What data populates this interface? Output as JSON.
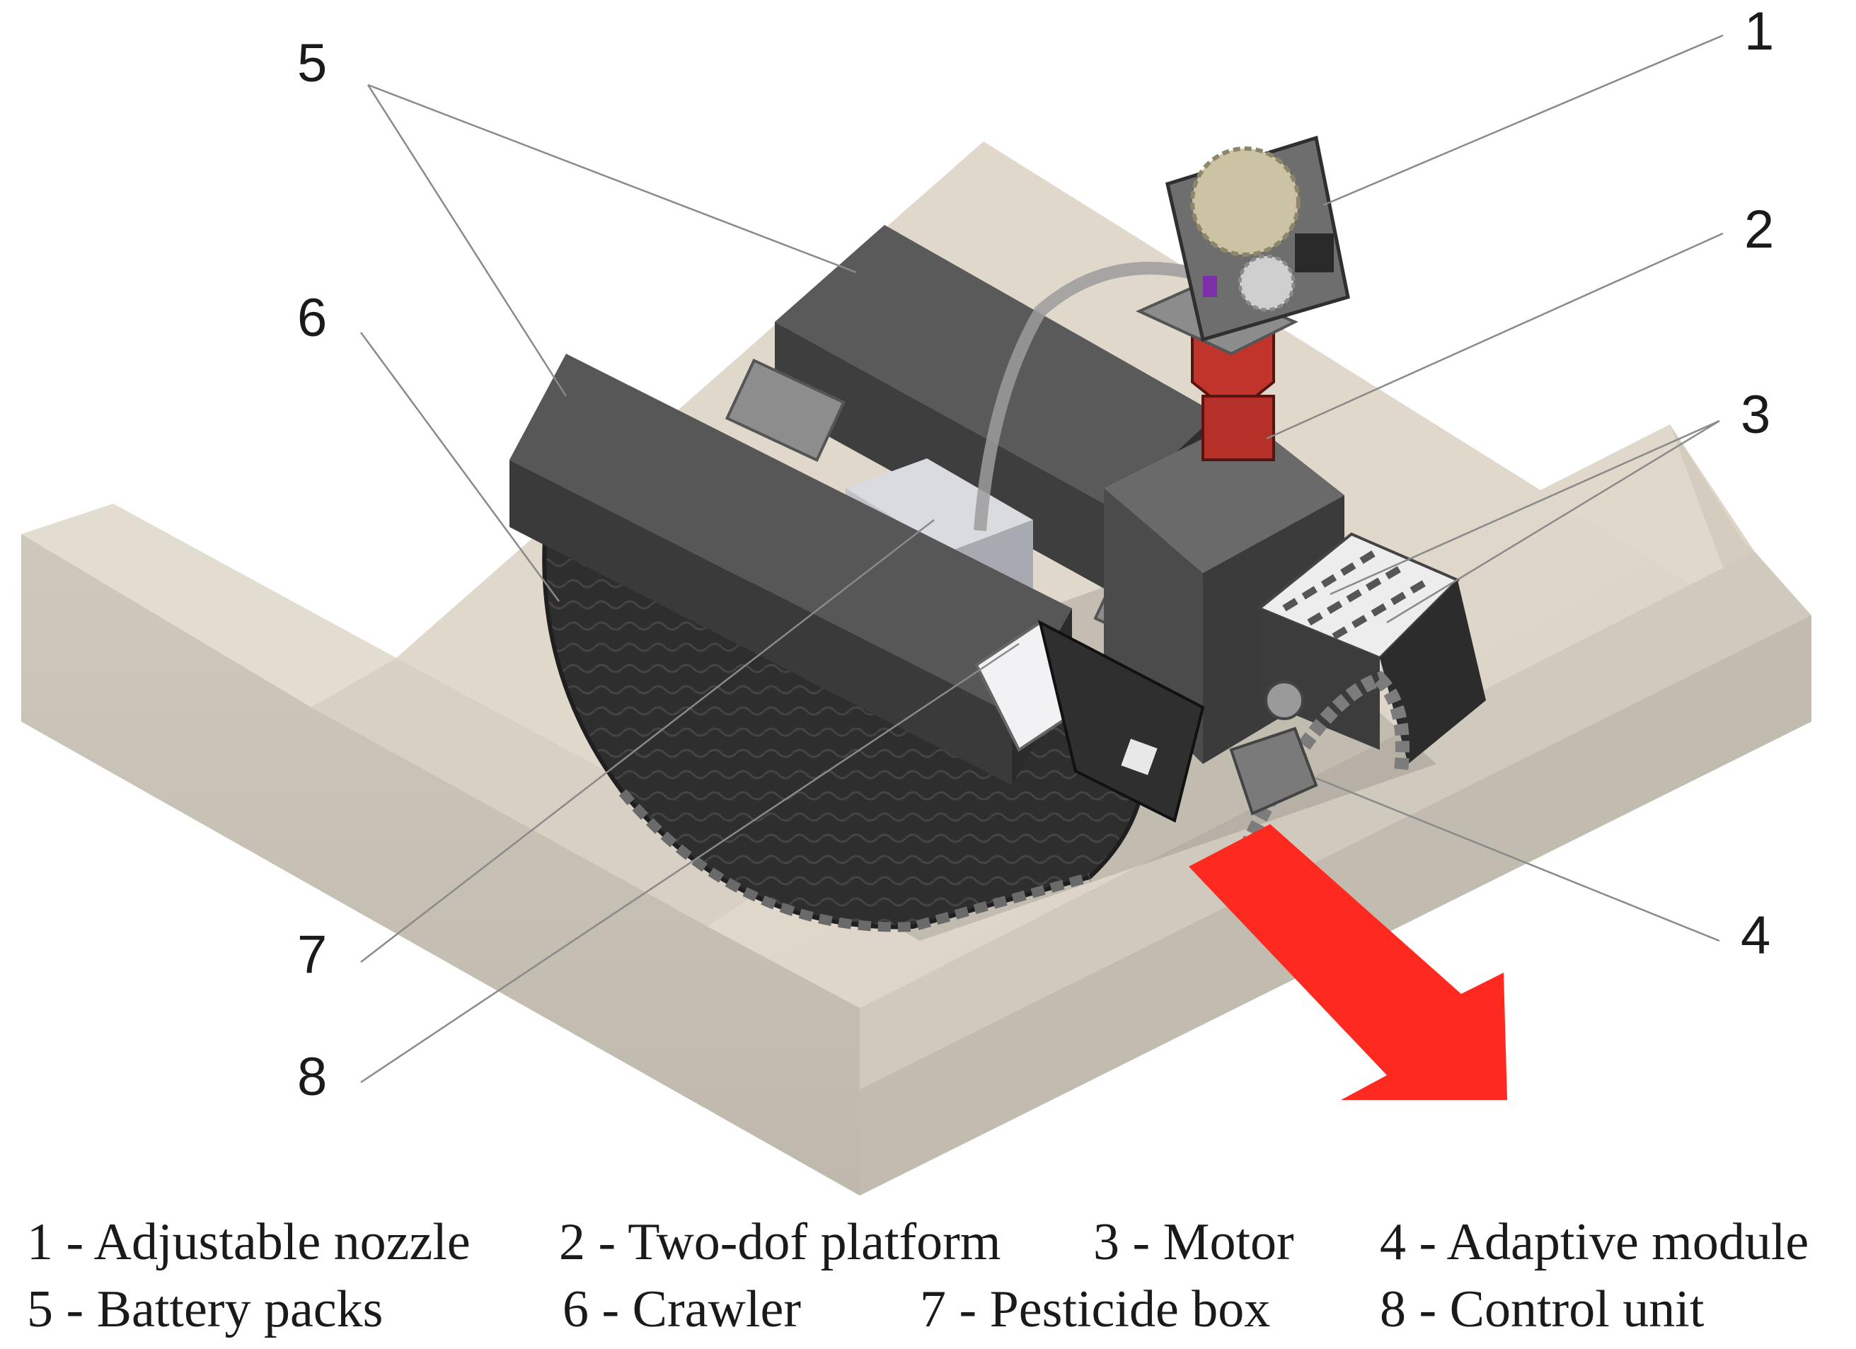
{
  "callouts": {
    "c1": "1",
    "c2": "2",
    "c3": "3",
    "c4": "4",
    "c5": "5",
    "c6": "6",
    "c7": "7",
    "c8": "8"
  },
  "legend": {
    "row1": [
      "1 - Adjustable nozzle",
      "2 - Two-dof platform",
      "3 - Motor",
      "4 - Adaptive module"
    ],
    "row2": [
      "5 - Battery packs",
      "6 - Crawler",
      "7 - Pesticide box",
      "8 - Control unit"
    ]
  },
  "colors": {
    "ground_top": "#ddd5c8",
    "ground_side": "#cdc6ba",
    "ground_front": "#c4bdb2",
    "robot_dark": "#3f3f3f",
    "robot_mid": "#5a5a5a",
    "track": "#2c2c2c",
    "arrow": "#ff2a1f",
    "gear": "#cbc3a4",
    "mount_red": "#c0342c"
  }
}
